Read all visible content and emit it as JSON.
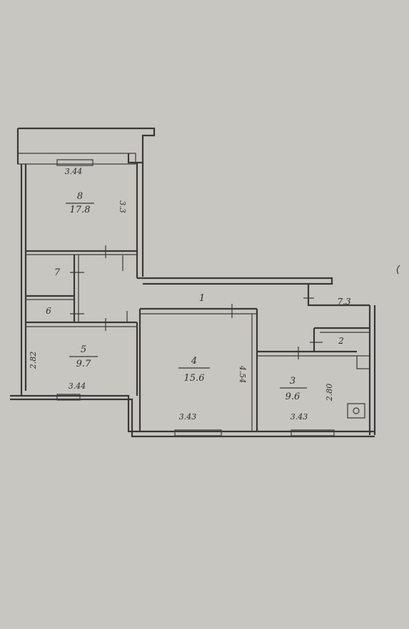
{
  "plan": {
    "background": "#c8c6c1",
    "ink": "#3a3836",
    "hall": {
      "number": "1",
      "dim": "7.3"
    },
    "rooms": [
      {
        "id": "8",
        "number": "8",
        "area": "17.8",
        "dim_width": "3.44",
        "dim_depth": "3.3"
      },
      {
        "id": "7",
        "number": "7"
      },
      {
        "id": "6",
        "number": "6"
      },
      {
        "id": "5",
        "number": "5",
        "area": "9.7",
        "dim_width": "3.44",
        "dim_depth": "2.82"
      },
      {
        "id": "4",
        "number": "4",
        "area": "15.6",
        "dim_width": "3.43",
        "dim_depth": "4.54"
      },
      {
        "id": "3",
        "number": "3",
        "area": "9.6",
        "dim_width": "3.43",
        "dim_depth": "2.80"
      },
      {
        "id": "2",
        "number": "2"
      }
    ]
  }
}
